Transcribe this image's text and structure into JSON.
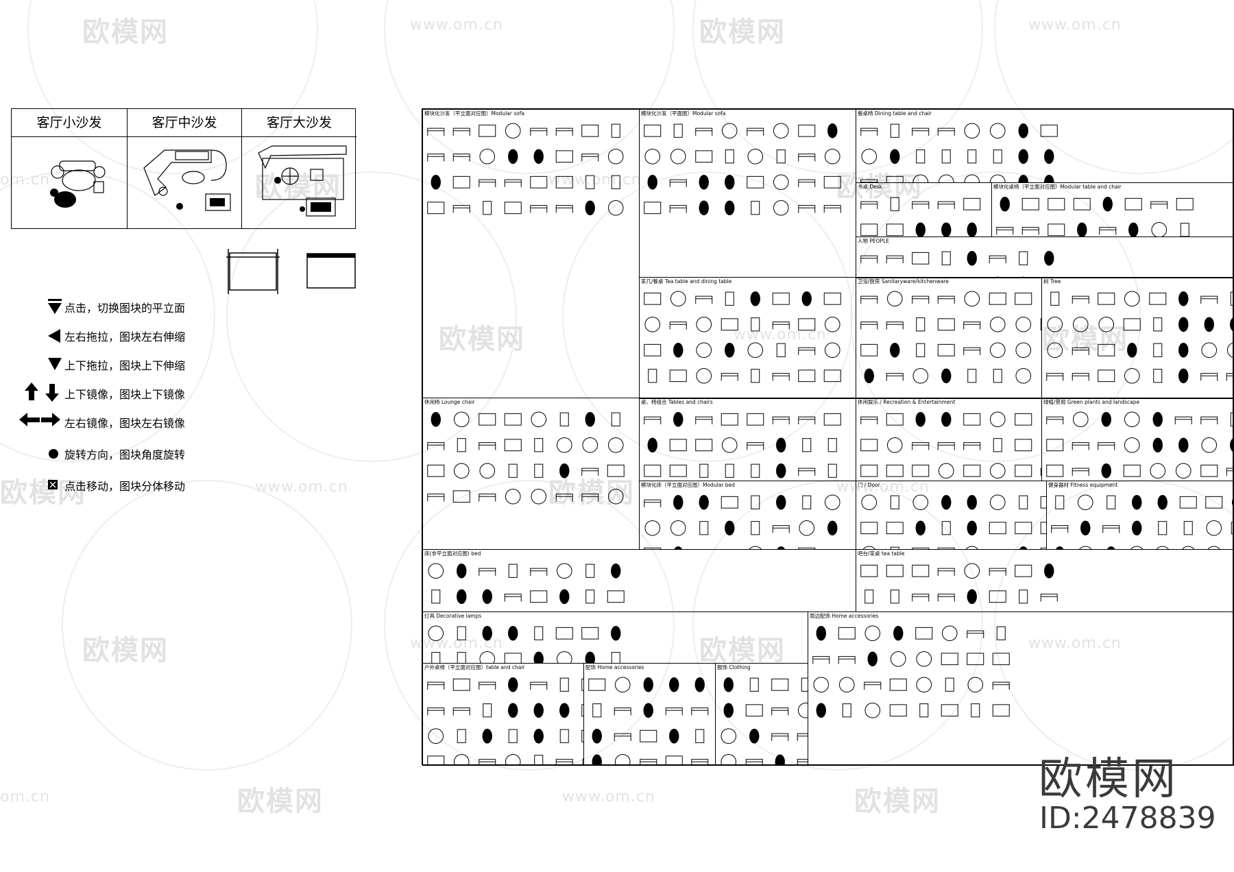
{
  "watermark": {
    "logo": "欧模网",
    "url": "www.om.cn",
    "url_short": "om.cn"
  },
  "sofa_table": {
    "columns": [
      "客厅小沙发",
      "客厅中沙发",
      "客厅大沙发"
    ]
  },
  "legend": {
    "items": [
      {
        "icon": "triangle-down-bar-icon",
        "text": "点击，切换图块的平立面"
      },
      {
        "icon": "triangle-left-icon",
        "text": "左右拖拉，图块左右伸缩"
      },
      {
        "icon": "triangle-down-icon",
        "text": "上下拖拉，图块上下伸缩"
      },
      {
        "icon": "arrow-up-down-icon",
        "text": "上下镜像，图块上下镜像"
      },
      {
        "icon": "arrow-left-right-icon",
        "text": "左右镜像，图块左右镜像"
      },
      {
        "icon": "dot-icon",
        "text": "旋转方向，图块角度旋转"
      },
      {
        "icon": "square-cross-icon",
        "text": "点击移动，图块分体移动"
      }
    ]
  },
  "catalog": {
    "cells": [
      {
        "label": "模块化沙发（平立面对应图）Modular sofa"
      },
      {
        "label": "模块化沙发（平面图）Modular sofa"
      },
      {
        "label": "餐桌椅 Dining table and chair"
      },
      {
        "label": "书桌 Desk"
      },
      {
        "label": "模块化桌椅（平立面对应图）Modular table and chair"
      },
      {
        "label": "人物 PEOPLE"
      },
      {
        "label": "茶几/餐桌 Tea table and dining table"
      },
      {
        "label": "卫浴/厨房 Sanitaryware/kitchenware"
      },
      {
        "label": "树 Tree"
      },
      {
        "label": "休闲椅 Lounge chair"
      },
      {
        "label": "桌、椅组合 Tables and chairs"
      },
      {
        "label": "休闲娱乐 / Recreation & Entertainment"
      },
      {
        "label": "绿植/景观 Green plants and landscape"
      },
      {
        "label": "模块化床（平立面对应图）Modular bed"
      },
      {
        "label": "门 / Door"
      },
      {
        "label": "健身器材 Fitness equipment"
      },
      {
        "label": "床(非平立面对应图) bed"
      },
      {
        "label": "吧台/茶桌 tea table"
      },
      {
        "label": "灯具 Decorative lamps"
      },
      {
        "label": "周边配饰 Home accessories"
      },
      {
        "label": "户外桌椅（平立面对应图）table and chair"
      },
      {
        "label": "配饰 Home accessories"
      },
      {
        "label": "服饰 Clothing"
      }
    ]
  },
  "brand": {
    "logo": "欧模网",
    "id": "ID:2478839"
  }
}
